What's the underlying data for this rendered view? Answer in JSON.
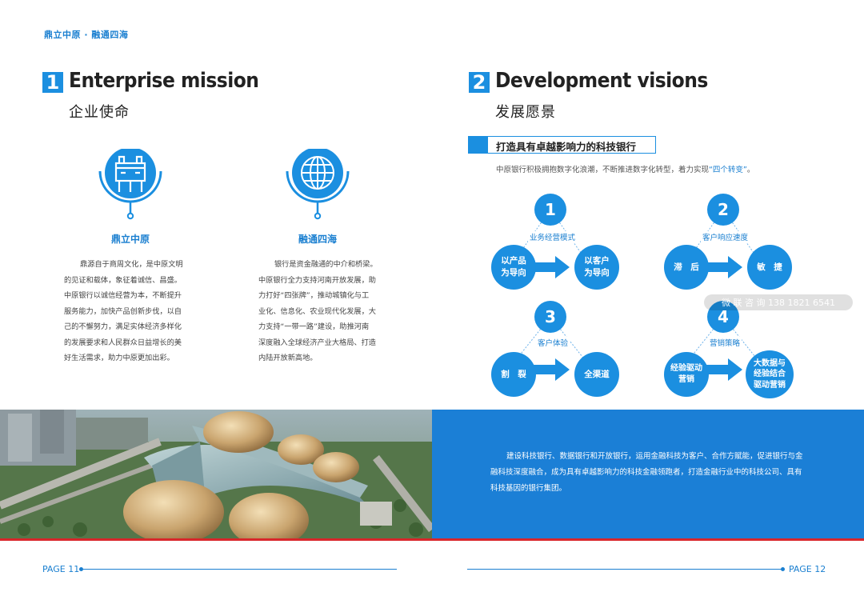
{
  "header": {
    "brand": "鼎立中原 · 融通四海"
  },
  "left": {
    "number": "1",
    "title_en": "Enterprise mission",
    "title_cn": "企业使命",
    "items": [
      {
        "icon": "ding-vessel-icon",
        "title": "鼎立中原",
        "lines": [
          "鼎源自于商周文化，是中原文明",
          "的见证和载体，象征着诚信、昌盛。",
          "中原银行以诚信经营为本，不断提升",
          "服务能力，加快产品创新步伐，以自",
          "己的不懈努力，满足实体经济多样化",
          "的发展要求和人民群众日益增长的美",
          "好生活需求，助力中原更加出彩。"
        ]
      },
      {
        "icon": "globe-icon",
        "title": "融通四海",
        "lines": [
          "银行是资金融通的中介和桥梁。",
          "中原银行全力支持河南开放发展，助",
          "力打好“四张牌”，推动城镇化与工",
          "业化、信息化、农业现代化发展，大",
          "力支持“一带一路”建设，助推河南",
          "深度融入全球经济产业大格局、打造",
          "内陆开放新高地。"
        ]
      }
    ]
  },
  "right": {
    "number": "2",
    "title_en": "Development visions",
    "title_cn": "发展愿景",
    "slogan": "打造具有卓越影响力的科技银行",
    "intro": "中原银行积极拥抱数字化浪潮，不断推进数字化转型，着力实现",
    "intro_highlight": "“四个转变”",
    "intro_end": "。",
    "transforms": [
      {
        "num": "1",
        "label": "业务经营模式",
        "from": [
          "以产品",
          "为导向"
        ],
        "to": [
          "以客户",
          "为导向"
        ]
      },
      {
        "num": "2",
        "label": "客户响应速度",
        "from": [
          "滞　后"
        ],
        "to": [
          "敏　捷"
        ]
      },
      {
        "num": "3",
        "label": "客户体验",
        "from": [
          "割　裂"
        ],
        "to": [
          "全渠道"
        ]
      },
      {
        "num": "4",
        "label": "营销策略",
        "from": [
          "经验驱动",
          "营销"
        ],
        "to": [
          "大数据与",
          "经验结合",
          "驱动营销"
        ]
      }
    ],
    "vision_lines": [
      "建设科技银行、数据银行和开放银行，运用金融科技为客户、合作方赋能，促进银行与金",
      "融科技深度融合，成为具有卓越影响力的科技金融领跑者，打造金融行业中的科技公司、具有",
      "科技基因的银行集团。"
    ]
  },
  "footer": {
    "left_page": "PAGE  11",
    "right_page": "PAGE  12"
  },
  "watermark": "微 联 咨 询 138 1821 6541",
  "colors": {
    "accent": "#1b8fe0",
    "panel": "#1b7fd6",
    "rule": "#d9262b"
  }
}
